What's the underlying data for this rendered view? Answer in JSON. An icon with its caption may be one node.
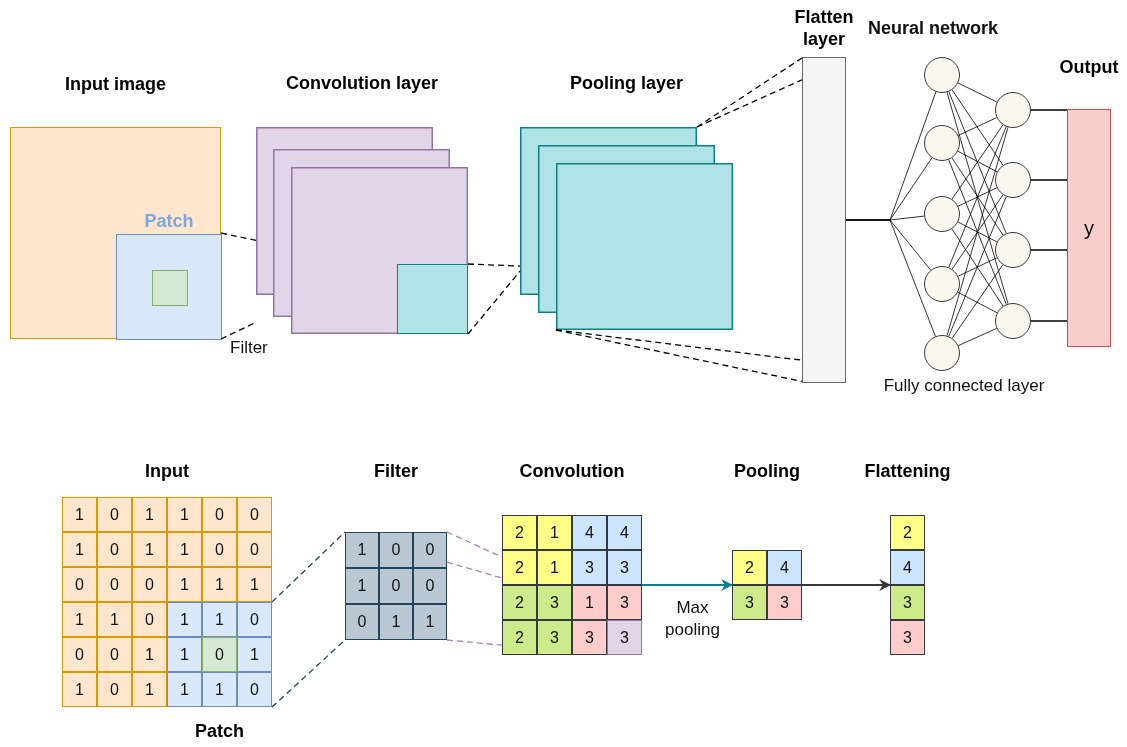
{
  "diagram": {
    "nodes": [
      {
        "text": [
          "Input image"
        ]
      },
      {
        "text": [
          "Patch"
        ],
        "in": 0
      },
      {
        "text": [],
        "shape": "box",
        "in": 1
      },
      {
        "text": [
          "Convolution layer"
        ]
      },
      {
        "text": [],
        "shape": "box"
      },
      {
        "text": [
          "Pooling layer"
        ]
      },
      {
        "text": [
          "Flatten layer"
        ]
      },
      {
        "text": [],
        "shape": "circle"
      },
      {
        "text": [],
        "shape": "circle"
      },
      {
        "text": [],
        "shape": "circle"
      },
      {
        "text": [],
        "shape": "circle"
      },
      {
        "text": [],
        "shape": "circle"
      },
      {
        "text": [],
        "shape": "circle"
      },
      {
        "text": [],
        "shape": "circle"
      },
      {
        "text": [],
        "shape": "circle"
      },
      {
        "text": [],
        "shape": "circle"
      },
      {
        "text": [
          "Output",
          "y"
        ]
      },
      {
        "text": [
          "Input"
        ]
      },
      {
        "text": [
          "Patch"
        ],
        "in": 17
      },
      {
        "text": [
          "1"
        ],
        "in": 17
      },
      {
        "text": [
          "0"
        ],
        "in": 17
      },
      {
        "text": [
          "1"
        ],
        "in": 17
      },
      {
        "text": [
          "1"
        ],
        "in": 17
      },
      {
        "text": [
          "0"
        ],
        "in": 17
      },
      {
        "text": [
          "0"
        ],
        "in": 17
      },
      {
        "text": [
          "1"
        ],
        "in": 17
      },
      {
        "text": [
          "0"
        ],
        "in": 17
      },
      {
        "text": [
          "1"
        ],
        "in": 17
      },
      {
        "text": [
          "1"
        ],
        "in": 17
      },
      {
        "text": [
          "0"
        ],
        "in": 17
      },
      {
        "text": [
          "0"
        ],
        "in": 17
      },
      {
        "text": [
          "0"
        ],
        "in": 17
      },
      {
        "text": [
          "0"
        ],
        "in": 17
      },
      {
        "text": [
          "0"
        ],
        "in": 17
      },
      {
        "text": [
          "1"
        ],
        "in": 17
      },
      {
        "text": [
          "1"
        ],
        "in": 17
      },
      {
        "text": [
          "1"
        ],
        "in": 17
      },
      {
        "text": [
          "1"
        ],
        "in": 17
      },
      {
        "text": [
          "1"
        ],
        "in": 17
      },
      {
        "text": [
          "0"
        ],
        "in": 17
      },
      {
        "text": [
          "1"
        ],
        "in": 18
      },
      {
        "text": [
          "1"
        ],
        "in": 18
      },
      {
        "text": [
          "0"
        ],
        "in": 18
      },
      {
        "text": [
          "0"
        ],
        "in": 17
      },
      {
        "text": [
          "0"
        ],
        "in": 17
      },
      {
        "text": [
          "1"
        ],
        "in": 17
      },
      {
        "text": [
          "1"
        ],
        "in": 18
      },
      {
        "text": [
          "0"
        ],
        "in": 18
      },
      {
        "text": [
          "1"
        ],
        "in": 18
      },
      {
        "text": [
          "1"
        ],
        "in": 17
      },
      {
        "text": [
          "0"
        ],
        "in": 17
      },
      {
        "text": [
          "1"
        ],
        "in": 17
      },
      {
        "text": [
          "1"
        ],
        "in": 18
      },
      {
        "text": [
          "1"
        ],
        "in": 18
      },
      {
        "text": [
          "0"
        ],
        "in": 18
      },
      {
        "text": [
          "Filter"
        ]
      },
      {
        "text": [
          "1"
        ],
        "in": 55
      },
      {
        "text": [
          "0"
        ],
        "in": 55
      },
      {
        "text": [
          "0"
        ],
        "in": 55
      },
      {
        "text": [
          "1"
        ],
        "in": 55
      },
      {
        "text": [
          "0"
        ],
        "in": 55
      },
      {
        "text": [
          "0"
        ],
        "in": 55
      },
      {
        "text": [
          "0"
        ],
        "in": 55
      },
      {
        "text": [
          "1"
        ],
        "in": 55
      },
      {
        "text": [
          "1"
        ],
        "in": 55
      },
      {
        "text": [
          "Convolution"
        ]
      },
      {
        "text": [
          "2"
        ],
        "in": 65
      },
      {
        "text": [
          "1"
        ],
        "in": 65
      },
      {
        "text": [
          "4"
        ],
        "in": 65
      },
      {
        "text": [
          "4"
        ],
        "in": 65
      },
      {
        "text": [
          "2"
        ],
        "in": 65
      },
      {
        "text": [
          "1"
        ],
        "in": 65
      },
      {
        "text": [
          "3"
        ],
        "in": 65
      },
      {
        "text": [
          "3"
        ],
        "in": 65
      },
      {
        "text": [
          "2"
        ],
        "in": 65
      },
      {
        "text": [
          "3"
        ],
        "in": 65
      },
      {
        "text": [
          "1"
        ],
        "in": 65
      },
      {
        "text": [
          "3"
        ],
        "in": 65
      },
      {
        "text": [
          "2"
        ],
        "in": 65
      },
      {
        "text": [
          "3"
        ],
        "in": 65
      },
      {
        "text": [
          "3"
        ],
        "in": 65
      },
      {
        "text": [
          "3"
        ],
        "in": 65
      },
      {
        "text": [
          "Pooling"
        ]
      },
      {
        "text": [
          "2"
        ],
        "in": 82
      },
      {
        "text": [
          "4"
        ],
        "in": 82
      },
      {
        "text": [
          "3"
        ],
        "in": 82
      },
      {
        "text": [
          "3"
        ],
        "in": 82
      },
      {
        "text": [
          "Flattening"
        ]
      },
      {
        "text": [
          "2"
        ],
        "in": 87
      },
      {
        "text": [
          "4"
        ],
        "in": 87
      },
      {
        "text": [
          "3"
        ],
        "in": 87
      },
      {
        "text": [
          "3"
        ],
        "in": 87
      }
    ],
    "edges": [
      {
        "from": 1,
        "to": 3,
        "arrow": "none",
        "style": "dashed"
      },
      {
        "from": 1,
        "to": 3,
        "arrow": "none",
        "style": "dashed"
      },
      {
        "from": 4,
        "to": 5,
        "arrow": "none",
        "style": "dashed"
      },
      {
        "from": 4,
        "to": 5,
        "arrow": "none",
        "style": "dashed"
      },
      {
        "from": 5,
        "to": 6,
        "arrow": "none",
        "style": "dashed"
      },
      {
        "from": 5,
        "to": 6,
        "arrow": "none",
        "style": "dashed"
      },
      {
        "from": 5,
        "to": 6,
        "arrow": "none",
        "style": "dashed"
      },
      {
        "from": 5,
        "to": 6,
        "arrow": "none",
        "style": "dashed"
      },
      {
        "from": 6,
        "to": 7,
        "arrow": "none"
      },
      {
        "from": 6,
        "to": 8,
        "arrow": "none"
      },
      {
        "from": 6,
        "to": 9,
        "arrow": "none"
      },
      {
        "from": 6,
        "to": 10,
        "arrow": "none"
      },
      {
        "from": 6,
        "to": 11,
        "arrow": "none"
      },
      {
        "from": 7,
        "to": 12,
        "arrow": "none"
      },
      {
        "from": 7,
        "to": 13,
        "arrow": "none"
      },
      {
        "from": 7,
        "to": 14,
        "arrow": "none"
      },
      {
        "from": 7,
        "to": 15,
        "arrow": "none"
      },
      {
        "from": 8,
        "to": 12,
        "arrow": "none"
      },
      {
        "from": 8,
        "to": 13,
        "arrow": "none"
      },
      {
        "from": 8,
        "to": 14,
        "arrow": "none"
      },
      {
        "from": 8,
        "to": 15,
        "arrow": "none"
      },
      {
        "from": 9,
        "to": 12,
        "arrow": "none"
      },
      {
        "from": 9,
        "to": 13,
        "arrow": "none"
      },
      {
        "from": 9,
        "to": 14,
        "arrow": "none"
      },
      {
        "from": 9,
        "to": 15,
        "arrow": "none"
      },
      {
        "from": 10,
        "to": 12,
        "arrow": "none"
      },
      {
        "from": 10,
        "to": 13,
        "arrow": "none"
      },
      {
        "from": 10,
        "to": 14,
        "arrow": "none"
      },
      {
        "from": 10,
        "to": 15,
        "arrow": "none"
      },
      {
        "from": 11,
        "to": 12,
        "arrow": "none"
      },
      {
        "from": 11,
        "to": 13,
        "arrow": "none"
      },
      {
        "from": 11,
        "to": 14,
        "arrow": "none"
      },
      {
        "from": 11,
        "to": 15,
        "arrow": "none"
      },
      {
        "from": 12,
        "to": 16,
        "arrow": "none"
      },
      {
        "from": 13,
        "to": 16,
        "arrow": "none"
      },
      {
        "from": 14,
        "to": 16,
        "arrow": "none"
      },
      {
        "from": 15,
        "to": 16,
        "arrow": "none"
      },
      {
        "from": 18,
        "to": 55,
        "arrow": "none",
        "style": "dashed",
        "color": "#23445d"
      },
      {
        "from": 18,
        "to": 55,
        "arrow": "none",
        "style": "dashed",
        "color": "#23445d"
      },
      {
        "from": 55,
        "to": 65,
        "arrow": "none",
        "style": "dashed",
        "color": "#a680b8"
      },
      {
        "from": 55,
        "to": 65,
        "arrow": "none",
        "style": "dashed",
        "color": "#a680b8"
      },
      {
        "from": 55,
        "to": 65,
        "arrow": "none",
        "style": "dashed",
        "color": "#a680b8"
      },
      {
        "from": 65,
        "to": 82,
        "arrow": "to",
        "color": "#0e8088",
        "label": "Max pooling"
      },
      {
        "from": 82,
        "to": 87,
        "arrow": "to",
        "color": "#36393d"
      }
    ],
    "labels": [
      "Filter",
      "Neural network",
      "Fully connected layer"
    ]
  }
}
